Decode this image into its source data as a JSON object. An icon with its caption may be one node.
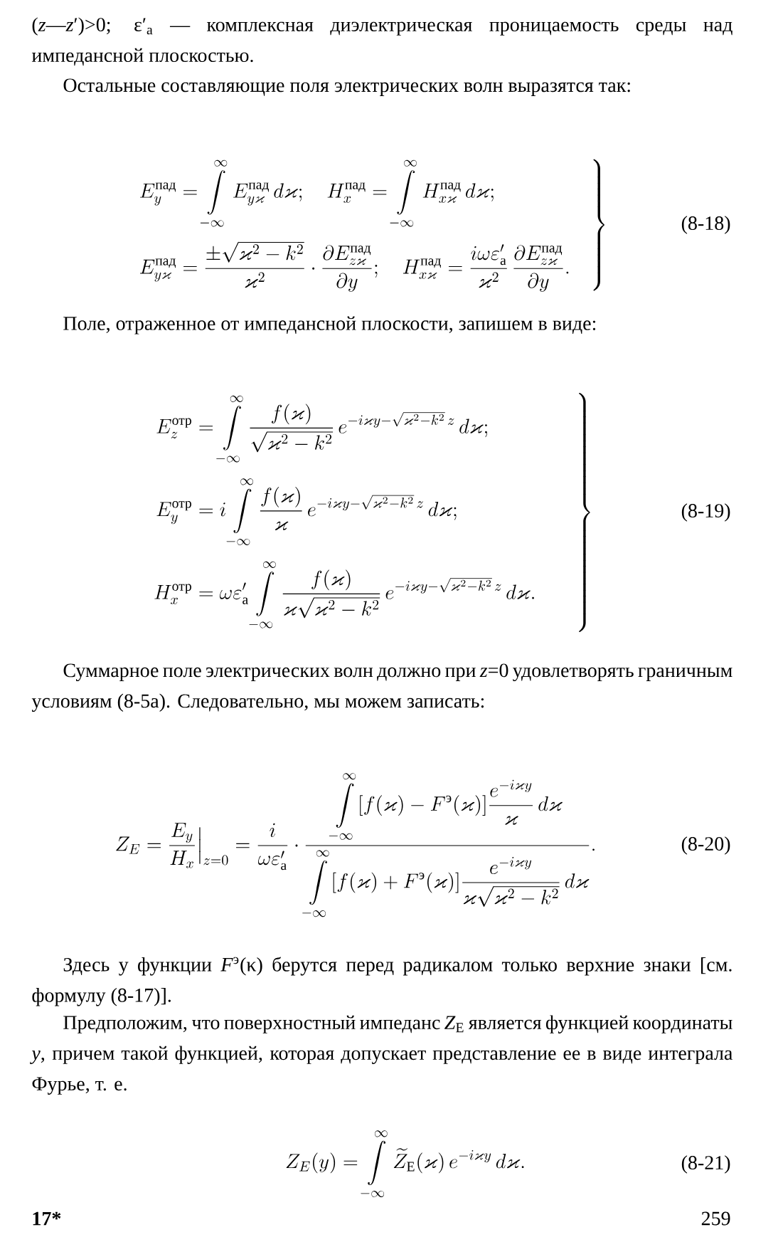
{
  "diagram": {
    "labels": [
      "(*z*—*z*′)>0; ε′$_{а}$ — комплексная диэлектрическая проницаемость среды над импедансной плоскостью.",
      "Остальные составляющие поля электрических волн выразятся так:",
      "\\left.\\begin{aligned} E_y^{\\text{пад}} &= \\int\\limits_{-\\infty}^{\\infty} E_{y\\varkappa}^{\\text{пад}}\\,d\\varkappa;\\quad H_x^{\\text{пад}} = \\int\\limits_{-\\infty}^{\\infty} H_{x\\varkappa}^{\\text{пад}}\\,d\\varkappa;\\\\[4pt] E_{y\\varkappa}^{\\text{пад}} &= \\frac{\\pm\\sqrt{\\varkappa^2-k^2}}{\\varkappa^2}\\cdot\\frac{\\partial E_{z\\varkappa}^{\\text{пад}}}{\\partial y};\\quad H_{x\\varkappa}^{\\text{пад}} = \\frac{i\\omega\\varepsilon'_{\\text{а}}}{\\varkappa^2}\\,\\frac{\\partial E_{z\\varkappa}^{\\text{пад}}}{\\partial y}.\\end{aligned}\\quad\\right\\}",
      "(8-18)",
      "Поле, отраженное от импедансной плоскости, запишем в виде:",
      "\\left.\\begin{aligned} E_z^{\\text{отр}} &= \\int\\limits_{-\\infty}^{\\infty}\\frac{f(\\varkappa)}{\\sqrt{\\varkappa^2-k^2}}\\,e^{-i\\varkappa y-\\sqrt{\\varkappa^2-k^2}\\,z}\\,d\\varkappa;\\\\[4pt] E_y^{\\text{отр}} &= i\\int\\limits_{-\\infty}^{\\infty}\\frac{f(\\varkappa)}{\\varkappa}\\,e^{-i\\varkappa y-\\sqrt{\\varkappa^2-k^2}\\,z}\\,d\\varkappa;\\\\[4pt] H_x^{\\text{отр}} &= \\omega\\varepsilon'_{\\text{а}}\\int\\limits_{-\\infty}^{\\infty}\\frac{f(\\varkappa)}{\\varkappa\\sqrt{\\varkappa^2-k^2}}\\,e^{-i\\varkappa y-\\sqrt{\\varkappa^2-k^2}\\,z}\\,d\\varkappa.\\end{aligned}\\qquad\\right\\}",
      "(8-19)",
      "Суммарное поле электрических волн должно при *z*=0 удовлетворять граничным условиям (8-5а). Следовательно, мы можем записать:",
      "Z_E=\\frac{E_y}{H_x}\\Big|_{z=0}=\\frac{i}{\\omega\\varepsilon'_{\\text{а}}}\\cdot\\frac{\\displaystyle\\int\\limits_{-\\infty}^{\\infty}[f(\\varkappa)-F^{\\text{э}}(\\varkappa)]\\frac{e^{-i\\varkappa y}}{\\varkappa}\\,d\\varkappa}{\\displaystyle\\int\\limits_{-\\infty}^{\\infty}[f(\\varkappa)+F^{\\text{э}}(\\varkappa)]\\frac{e^{-i\\varkappa y}}{\\varkappa\\sqrt{\\varkappa^2-k^2}}\\,d\\varkappa}.",
      "(8-20)",
      "Здесь у функции *F*$^{э}$(κ) берутся перед радикалом только верхние знаки [см. формулу (8-17)].",
      "Предположим, что поверхностный импеданс *Z*$_{E}$ является функцией координаты *y*, причем такой функцией, которая допускает представление ее в виде интеграла Фурье, т. е.",
      "Z_E(y)=\\int\\limits_{-\\infty}^{\\infty}\\widetilde{Z}_{\\text{E}}(\\varkappa)\\,e^{-i\\varkappa y}\\,d\\varkappa.",
      "(8-21)",
      "17*",
      "259"
    ]
  }
}
